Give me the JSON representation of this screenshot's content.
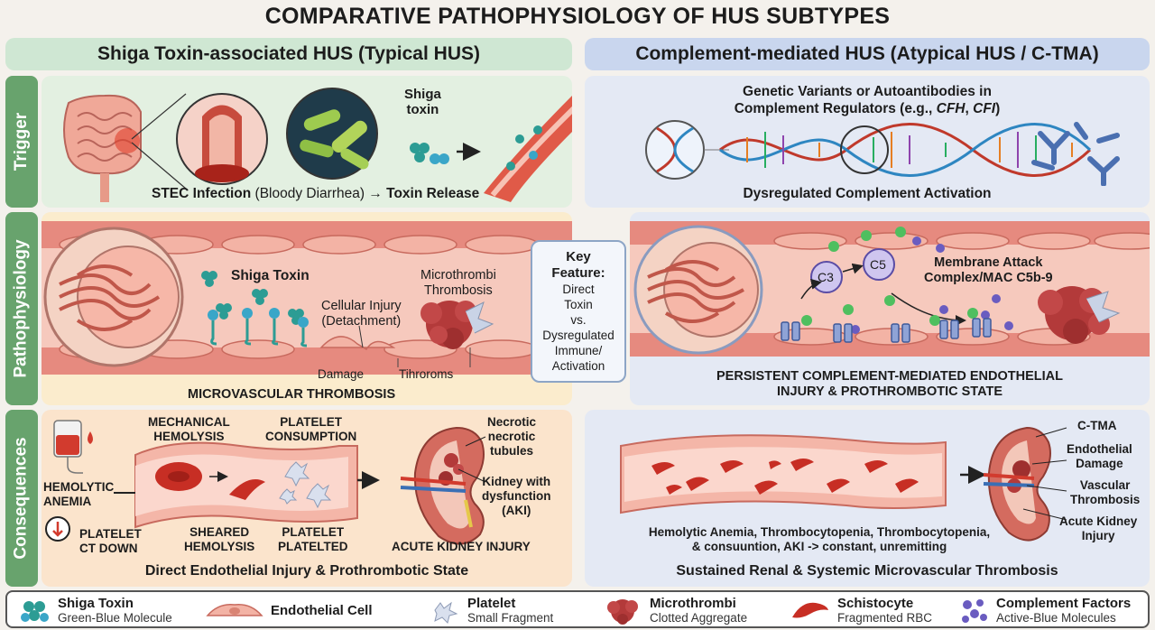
{
  "title": "COMPARATIVE PATHOPHYSIOLOGY OF HUS SUBTYPES",
  "columns": {
    "left": "Shiga Toxin-associated HUS (Typical HUS)",
    "right": "Complement-mediated HUS (Atypical HUS / C-TMA)"
  },
  "rows": [
    "Trigger",
    "Pathophysiology",
    "Consequences"
  ],
  "trigger": {
    "left_toxin_label": "Shiga\ntoxin",
    "left_caption_bold1": "STEC Infection",
    "left_caption_normal": " (Bloody Diarrhea) ",
    "left_caption_arrow": "→ ",
    "left_caption_bold2": "Toxin Release",
    "right_heading_line1": "Genetic Variants or Autoantibodies in",
    "right_heading_line2_prefix": "Complement Regulators (e.g., ",
    "right_heading_cfh": "CFH",
    "right_heading_sep": ", ",
    "right_heading_cfi": "CFI",
    "right_heading_suffix": ")",
    "right_caption": "Dysregulated Complement Activation"
  },
  "patho": {
    "shiga_toxin": "Shiga Toxin",
    "cellular_injury": "Cellular Injury",
    "detachment": "(Detachment)",
    "microthrombi": "Microthrombi",
    "thrombosis": "Thrombosis",
    "damage": "Damage",
    "tihroroms": "Tihroroms",
    "left_caption": "MICROVASCULAR THROMBOSIS",
    "c3": "C3",
    "c5": "C5",
    "mac_line1": "Membrane Attack",
    "mac_line2": "Complex/MAC C5b-9",
    "right_caption_line1": "PERSISTENT COMPLEMENT-MEDIATED ENDOTHELIAL",
    "right_caption_line2": "INJURY & PROTHROMBOTIC STATE"
  },
  "key_feature": {
    "heading": "Key\nFeature:",
    "body": "Direct\nToxin\nvs.\nDysregulated\nImmune/\nActivation"
  },
  "consequences": {
    "hemolytic_anemia": "HEMOLYTIC\nANEMIA",
    "platelet_ct_down": "PLATELET\nCT DOWN",
    "mechanical_hemolysis": "MECHANICAL\nHEMOLYSIS",
    "platelet_consumption": "PLATELET\nCONSUMPTION",
    "sheared_hemolysis": "SHEARED\nHEMOLYSIS",
    "platelet_platelted": "PLATELET\nPLATELTED",
    "necrotic": "Necrotic\nnecrotic\ntubules",
    "kidney_dysfunction": "Kidney with\ndysfunction\n(AKI)",
    "acute_kidney_injury": "ACUTE KIDNEY INJURY",
    "left_caption": "Direct Endothelial Injury & Prothrombotic State",
    "ctma": "C-TMA",
    "endothelial_damage": "Endothelial\nDamage",
    "vascular_thrombosis": "Vascular\nThrombosis",
    "acute_kidney_injury_right": "Acute Kidney\nInjury",
    "right_text_line1": "Hemolytic Anemia, Thrombocytopenia, Thrombocytopenia,",
    "right_text_line2": "& consuuntion, AKI -> constant, unremitting",
    "right_caption": "Sustained Renal & Systemic Microvascular Thrombosis"
  },
  "legend": [
    {
      "name": "Shiga Toxin",
      "desc": "Green-Blue Molecule"
    },
    {
      "name": "Endothelial Cell",
      "desc": ""
    },
    {
      "name": "Platelet",
      "desc": "Small Fragment"
    },
    {
      "name": "Microthrombi",
      "desc": "Clotted Aggregate"
    },
    {
      "name": "Schistocyte",
      "desc": "Fragmented RBC"
    },
    {
      "name": "Complement Factors",
      "desc": "Active-Blue Molecules"
    }
  ],
  "colors": {
    "green_header": "#cfe7d3",
    "blue_header": "#c9d6ee",
    "row_label": "#68a36d",
    "trigger_left_bg": "#e3f0e1",
    "patho_left_bg": "#fbeccd",
    "conseq_left_bg": "#fbe4cc",
    "right_bg": "#e4e9f4",
    "vessel": "#e78a82",
    "toxin": "#2c9c94",
    "complement": "#6a5cc0"
  }
}
